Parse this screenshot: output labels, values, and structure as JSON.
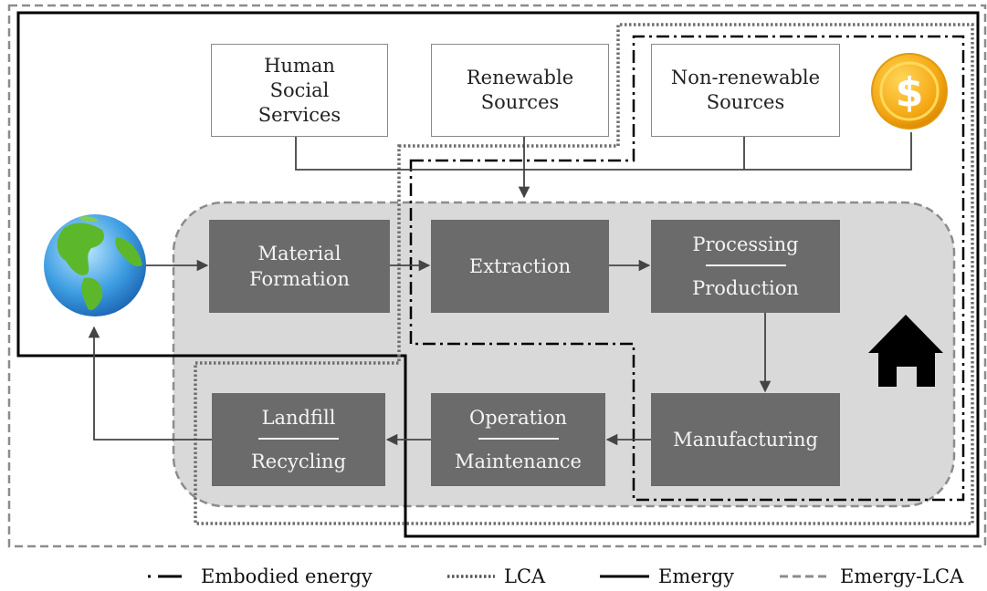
{
  "sources": {
    "human": "Human\nSocial\nServices",
    "renewable": "Renewable\nSources",
    "nonrenewable": "Non-renewable\nSources"
  },
  "process": {
    "material_formation": [
      "Material",
      "Formation"
    ],
    "extraction": "Extraction",
    "processing": "Processing",
    "production": "Production",
    "manufacturing": "Manufacturing",
    "operation": "Operation",
    "maintenance": "Maintenance",
    "landfill": "Landfill",
    "recycling": "Recycling"
  },
  "icons": [
    "globe-icon",
    "dollar-coin-icon",
    "house-icon"
  ],
  "colors": {
    "box_fill": "#6b6b6b",
    "system_bg": "#d9d9d9",
    "coin": "#f4a712",
    "globe_sea": "#3f9fe3",
    "globe_land": "#5cb82a"
  },
  "legend": {
    "embodied": "Embodied energy",
    "lca": "LCA",
    "emergy": "Emergy",
    "emergy_lca": "Emergy-LCA"
  }
}
